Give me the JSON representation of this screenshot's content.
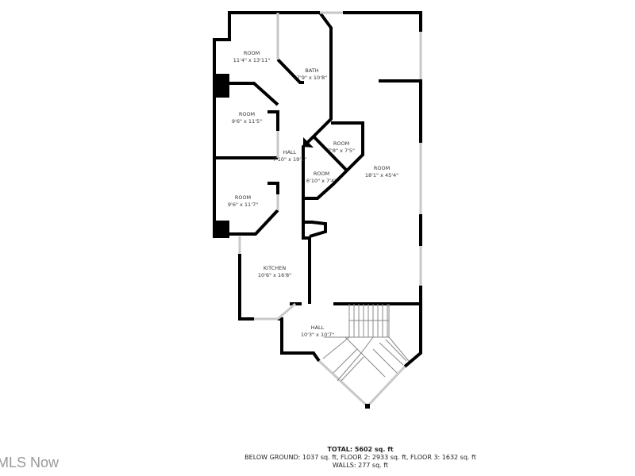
{
  "rooms": [
    {
      "name": "ROOM",
      "size": "11'4\" x 13'11\""
    },
    {
      "name": "BATH",
      "size": "7'9\" x 10'8\""
    },
    {
      "name": "ROOM",
      "size": "9'6\" x 11'5\""
    },
    {
      "name": "HALL",
      "size": "7'10\" x 19'1\""
    },
    {
      "name": "ROOM",
      "size": "7'8\" x 7'5\""
    },
    {
      "name": "ROOM",
      "size": "18'1\" x 45'4\""
    },
    {
      "name": "ROOM",
      "size": "6'10\" x 7'4\""
    },
    {
      "name": "ROOM",
      "size": "9'6\" x 11'7\""
    },
    {
      "name": "KITCHEN",
      "size": "10'6\" x 16'8\""
    },
    {
      "name": "HALL",
      "size": "10'3\" x 10'7\""
    }
  ],
  "summary": {
    "total": "TOTAL: 5602 sq. ft",
    "floors": "BELOW GROUND: 1037 sq. ft, FLOOR 2: 2933 sq. ft, FLOOR 3: 1632 sq. ft",
    "walls": "WALLS: 277 sq. ft"
  },
  "watermark": "MLS Now",
  "colors": {
    "wall": "#000000",
    "window": "#c8c8c8"
  }
}
